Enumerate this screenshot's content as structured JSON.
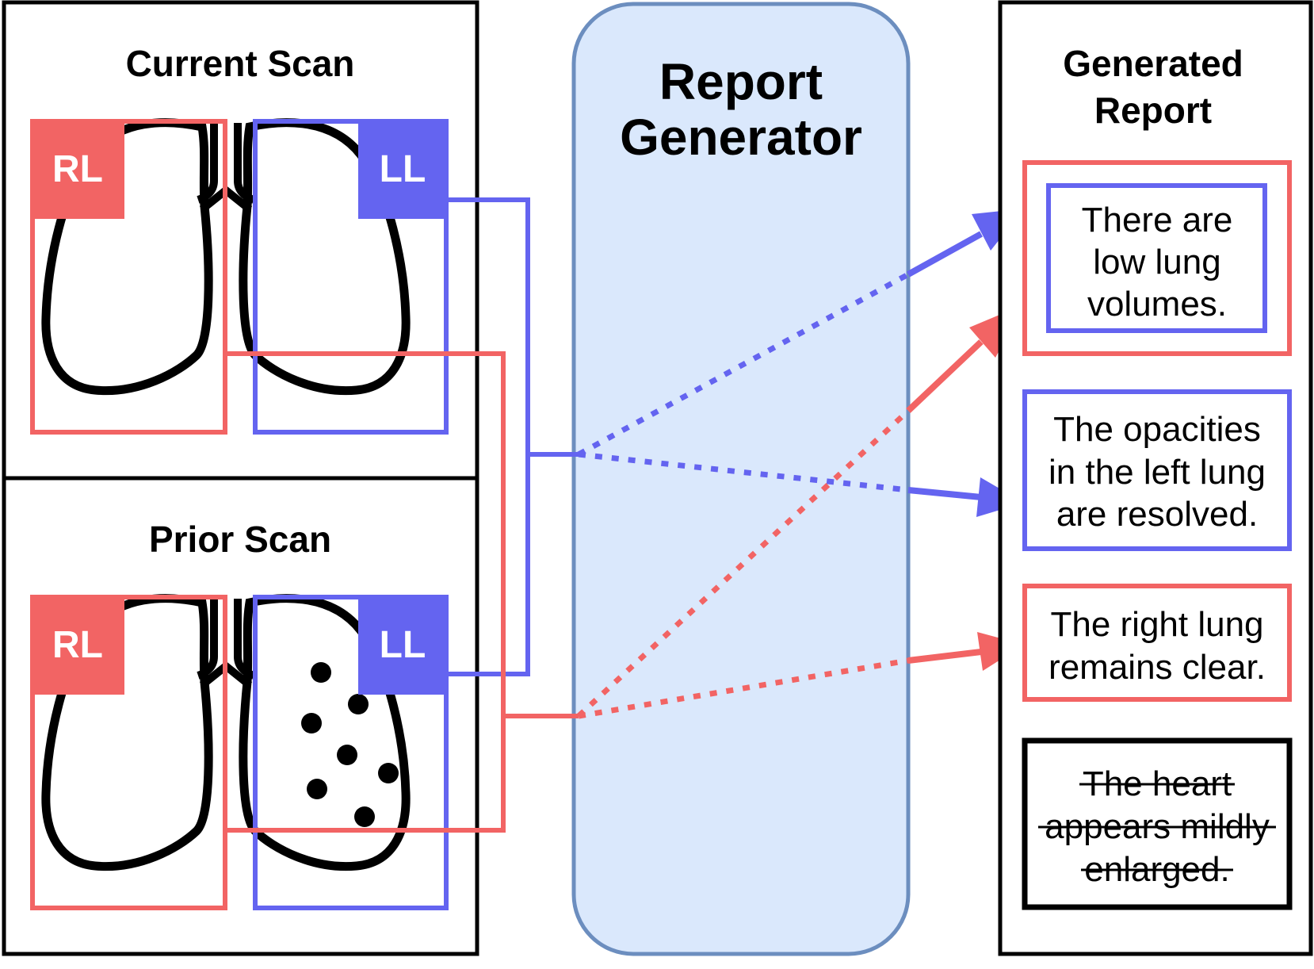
{
  "colors": {
    "right_lung": "#F26464",
    "left_lung": "#6464F0",
    "generator_fill": "#DAE8FC",
    "generator_stroke": "#6C8EBF",
    "rejected": "#000000"
  },
  "current_scan": {
    "title": "Current Scan",
    "right_label": "RL",
    "left_label": "LL"
  },
  "prior_scan": {
    "title": "Prior Scan",
    "right_label": "RL",
    "left_label": "LL"
  },
  "generator": {
    "title_line1": "Report",
    "title_line2": "Generator"
  },
  "report": {
    "title_line1": "Generated",
    "title_line2": "Report",
    "sentences": [
      {
        "lines": [
          "There are",
          "low lung",
          "volumes."
        ],
        "region": "both",
        "struck": false
      },
      {
        "lines": [
          "The opacities",
          "in the left lung",
          "are resolved."
        ],
        "region": "left",
        "struck": false
      },
      {
        "lines": [
          "The right lung",
          "remains clear."
        ],
        "region": "right",
        "struck": false
      },
      {
        "lines": [
          "The heart",
          "appears mildly",
          "enlarged."
        ],
        "region": "none",
        "struck": true
      }
    ]
  }
}
